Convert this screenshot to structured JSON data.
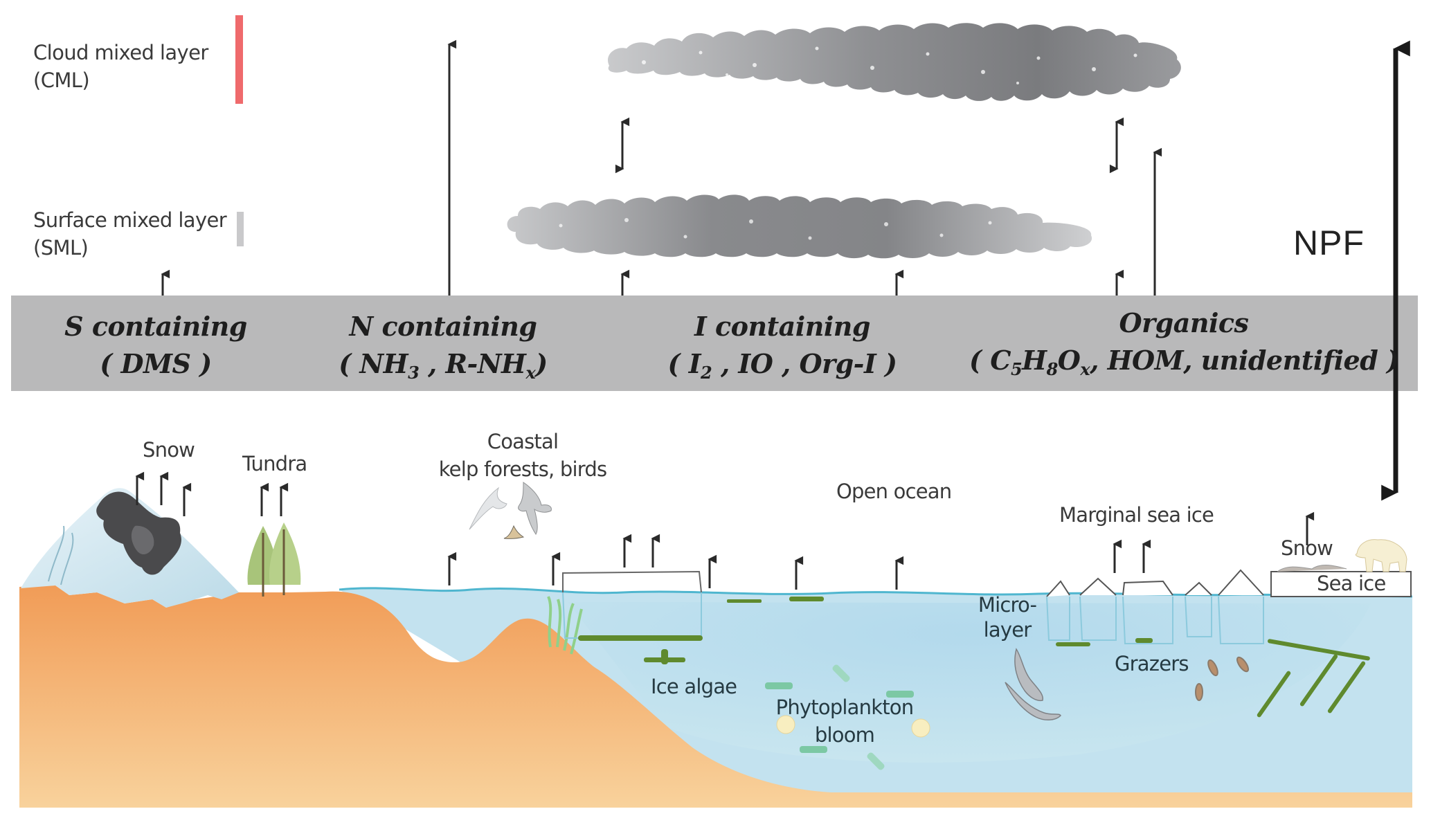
{
  "legend": {
    "cml_line1": "Cloud mixed layer",
    "cml_line2": "(CML)",
    "cml_color": "#ef6a6c",
    "sml_line1": "Surface mixed layer",
    "sml_line2": "(SML)",
    "sml_color": "#c9c9cb"
  },
  "npf_label": "NPF",
  "band": {
    "color": "#b9b9ba",
    "categories": [
      {
        "title": "S containing",
        "species": [
          {
            "t": "( DMS )"
          }
        ]
      },
      {
        "title": "N containing",
        "species": [
          {
            "t": "( NH"
          },
          {
            "sub": "3"
          },
          {
            "t": " , R-NH"
          },
          {
            "sub": "x"
          },
          {
            "t": ")"
          }
        ]
      },
      {
        "title": "I containing",
        "species": [
          {
            "t": "( I"
          },
          {
            "sub": "2"
          },
          {
            "t": " , IO , Org-I )"
          }
        ]
      },
      {
        "title": "Organics",
        "species": [
          {
            "t": "( C"
          },
          {
            "sub": "5"
          },
          {
            "t": "H"
          },
          {
            "sub": "8"
          },
          {
            "t": "O"
          },
          {
            "sub": "x"
          },
          {
            "t": ", HOM, unidentified )"
          }
        ]
      }
    ]
  },
  "environments": {
    "snow_land": "Snow",
    "tundra": "Tundra",
    "coastal_line1": "Coastal",
    "coastal_line2": "kelp forests, birds",
    "open_ocean": "Open ocean",
    "marginal_sea_ice": "Marginal sea ice",
    "snow_ice": "Snow",
    "sea_ice": "Sea ice"
  },
  "ocean_labels": {
    "microlayer_line1": "Micro-",
    "microlayer_line2": "layer",
    "ice_algae": "Ice algae",
    "phytoplankton_line1": "Phytoplankton",
    "phytoplankton_line2": "bloom",
    "grazers": "Grazers"
  },
  "colors": {
    "ground_top": "#f2a15f",
    "ground_bottom": "#f7cd95",
    "water": "#bfe0ee",
    "water_deep": "#b3daee",
    "water_line": "#4fb6cf",
    "algae": "#5f8a2e",
    "cloud_light": "#c3c4c6",
    "cloud_dark": "#7c7d80",
    "arrow": "#2a2a2a"
  }
}
